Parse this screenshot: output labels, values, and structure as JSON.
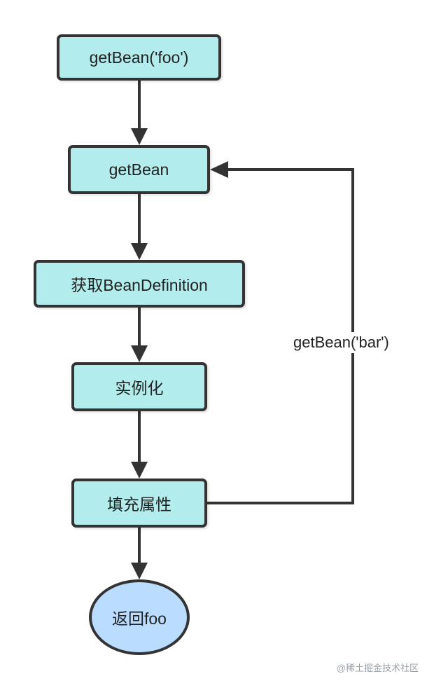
{
  "diagram": {
    "nodes": {
      "get_bean_foo": "getBean('foo')",
      "get_bean": "getBean",
      "get_bean_definition": "获取BeanDefinition",
      "instantiate": "实例化",
      "populate_properties": "填充属性",
      "return_foo": "返回foo"
    },
    "edges": {
      "loop_label": "getBean('bar')"
    },
    "colors": {
      "process_fill": "#b3ecec",
      "terminal_fill": "#b9dcff",
      "stroke": "#333333"
    }
  },
  "watermark": "@稀土掘金技术社区"
}
